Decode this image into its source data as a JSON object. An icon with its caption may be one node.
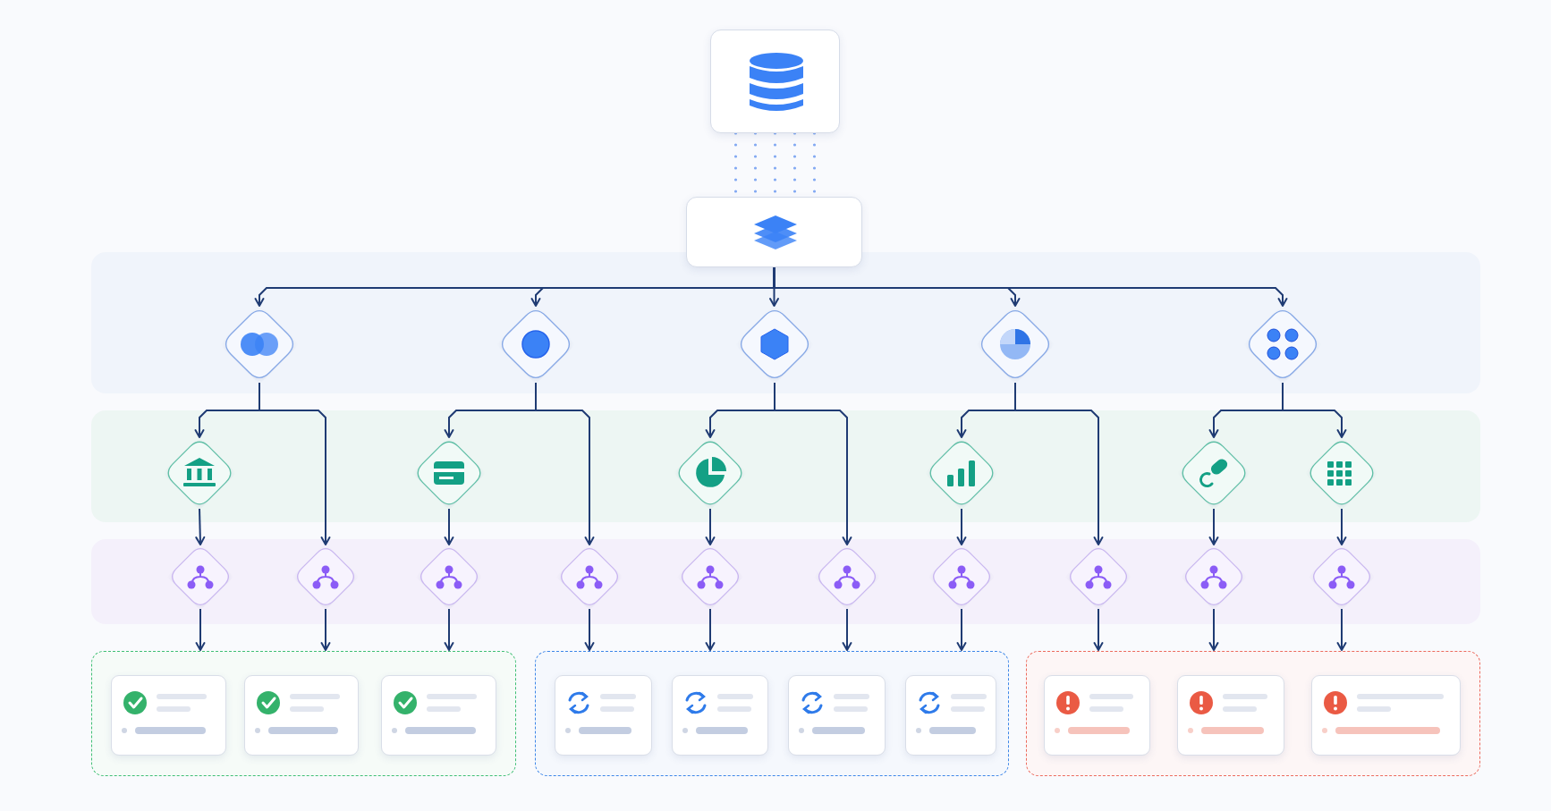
{
  "diagram": {
    "nodes": [
      {
        "text": [],
        "shape": "box"
      },
      {
        "text": [],
        "shape": "box"
      },
      {
        "text": [],
        "shape": "band"
      },
      {
        "text": [],
        "shape": "band"
      },
      {
        "text": [],
        "shape": "band"
      },
      {
        "text": [],
        "shape": "diamond",
        "in": 2
      },
      {
        "text": [],
        "shape": "diamond",
        "in": 2
      },
      {
        "text": [],
        "shape": "diamond",
        "in": 2
      },
      {
        "text": [],
        "shape": "diamond",
        "in": 2
      },
      {
        "text": [],
        "shape": "diamond",
        "in": 2
      },
      {
        "text": [],
        "shape": "diamond",
        "in": 3
      },
      {
        "text": [],
        "shape": "diamond",
        "in": 3
      },
      {
        "text": [],
        "shape": "diamond",
        "in": 3
      },
      {
        "text": [],
        "shape": "diamond",
        "in": 3
      },
      {
        "text": [],
        "shape": "diamond",
        "in": 3
      },
      {
        "text": [],
        "shape": "diamond",
        "in": 3
      },
      {
        "text": [],
        "shape": "diamond",
        "in": 4
      },
      {
        "text": [],
        "shape": "diamond",
        "in": 4
      },
      {
        "text": [],
        "shape": "diamond",
        "in": 4
      },
      {
        "text": [],
        "shape": "diamond",
        "in": 4
      },
      {
        "text": [],
        "shape": "diamond",
        "in": 4
      },
      {
        "text": [],
        "shape": "diamond",
        "in": 4
      },
      {
        "text": [],
        "shape": "diamond",
        "in": 4
      },
      {
        "text": [],
        "shape": "diamond",
        "in": 4
      },
      {
        "text": [],
        "shape": "diamond",
        "in": 4
      },
      {
        "text": [],
        "shape": "diamond",
        "in": 4
      },
      {
        "text": [],
        "shape": "box"
      },
      {
        "text": [],
        "shape": "box"
      },
      {
        "text": [],
        "shape": "box"
      },
      {
        "text": [],
        "shape": "box",
        "in": 26
      },
      {
        "text": [],
        "shape": "box",
        "in": 26
      },
      {
        "text": [],
        "shape": "box",
        "in": 26
      },
      {
        "text": [],
        "shape": "box",
        "in": 27
      },
      {
        "text": [],
        "shape": "box",
        "in": 27
      },
      {
        "text": [],
        "shape": "box",
        "in": 27
      },
      {
        "text": [],
        "shape": "box",
        "in": 27
      },
      {
        "text": [],
        "shape": "box",
        "in": 28
      },
      {
        "text": [],
        "shape": "box",
        "in": 28
      },
      {
        "text": [],
        "shape": "box",
        "in": 28
      }
    ],
    "edges": [
      {
        "from": 0,
        "to": 1,
        "arrow": "none",
        "style": "dashed",
        "color": "#5b8def"
      },
      {
        "from": 1,
        "to": 5,
        "arrow": "to"
      },
      {
        "from": 1,
        "to": 6,
        "arrow": "to"
      },
      {
        "from": 1,
        "to": 7,
        "arrow": "to"
      },
      {
        "from": 1,
        "to": 8,
        "arrow": "to"
      },
      {
        "from": 1,
        "to": 9,
        "arrow": "to"
      },
      {
        "from": 5,
        "to": 10,
        "arrow": "to"
      },
      {
        "from": 5,
        "to": 17,
        "arrow": "to"
      },
      {
        "from": 6,
        "to": 11,
        "arrow": "to"
      },
      {
        "from": 6,
        "to": 19,
        "arrow": "to"
      },
      {
        "from": 7,
        "to": 12,
        "arrow": "to"
      },
      {
        "from": 7,
        "to": 21,
        "arrow": "to"
      },
      {
        "from": 8,
        "to": 13,
        "arrow": "to"
      },
      {
        "from": 8,
        "to": 23,
        "arrow": "to"
      },
      {
        "from": 9,
        "to": 14,
        "arrow": "to"
      },
      {
        "from": 9,
        "to": 15,
        "arrow": "to"
      },
      {
        "from": 10,
        "to": 16,
        "arrow": "to"
      },
      {
        "from": 11,
        "to": 18,
        "arrow": "to"
      },
      {
        "from": 12,
        "to": 20,
        "arrow": "to"
      },
      {
        "from": 13,
        "to": 22,
        "arrow": "to"
      },
      {
        "from": 14,
        "to": 24,
        "arrow": "to"
      },
      {
        "from": 15,
        "to": 25,
        "arrow": "to"
      },
      {
        "from": 16,
        "to": 26,
        "arrow": "to"
      },
      {
        "from": 17,
        "to": 26,
        "arrow": "to"
      },
      {
        "from": 18,
        "to": 26,
        "arrow": "to"
      },
      {
        "from": 19,
        "to": 27,
        "arrow": "to"
      },
      {
        "from": 20,
        "to": 27,
        "arrow": "to"
      },
      {
        "from": 21,
        "to": 27,
        "arrow": "to"
      },
      {
        "from": 22,
        "to": 27,
        "arrow": "to"
      },
      {
        "from": 23,
        "to": 28,
        "arrow": "to"
      },
      {
        "from": 24,
        "to": 28,
        "arrow": "to"
      },
      {
        "from": 25,
        "to": 28,
        "arrow": "to"
      }
    ]
  }
}
